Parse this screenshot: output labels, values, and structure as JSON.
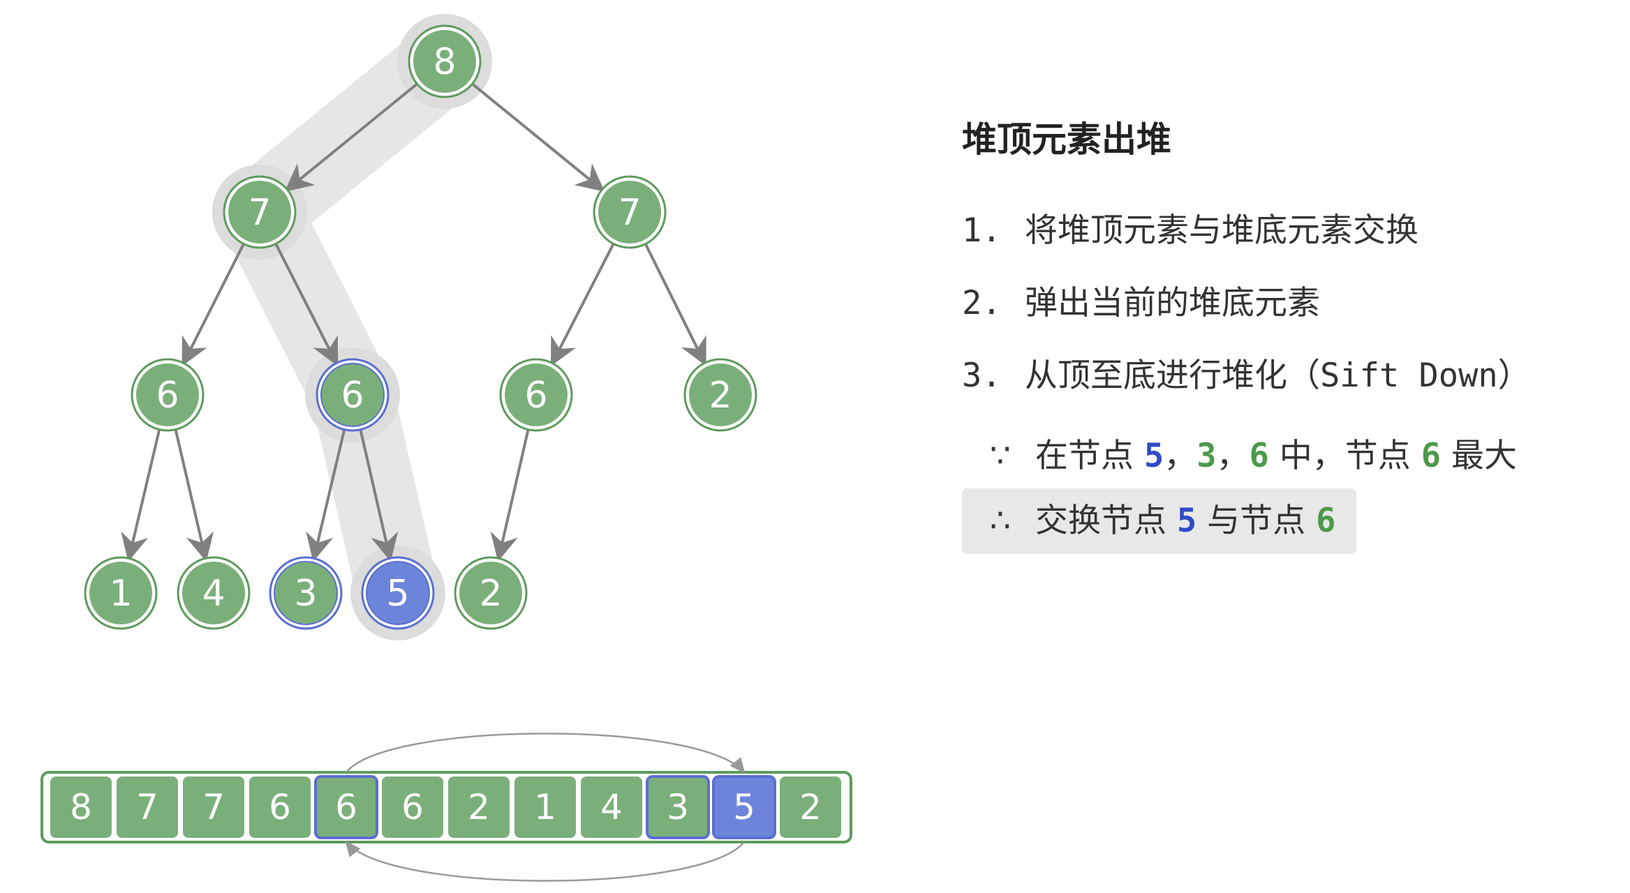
{
  "colors": {
    "node_green": "#7aaf7a",
    "node_green_stroke": "#5e9a5e",
    "node_blue": "#6c84d9",
    "highlight_stroke": "#5a6fd0",
    "edge": "#808080",
    "path_highlight": "#e6e6e6",
    "value_blue": "#2f4bc7",
    "value_green": "#4c9a4a"
  },
  "tree": {
    "nodes": [
      {
        "value": "8",
        "state": "normal"
      },
      {
        "value": "7",
        "state": "normal"
      },
      {
        "value": "7",
        "state": "normal"
      },
      {
        "value": "6",
        "state": "normal"
      },
      {
        "value": "6",
        "state": "compare"
      },
      {
        "value": "6",
        "state": "normal"
      },
      {
        "value": "2",
        "state": "normal"
      },
      {
        "value": "1",
        "state": "normal"
      },
      {
        "value": "4",
        "state": "normal"
      },
      {
        "value": "3",
        "state": "compare"
      },
      {
        "value": "5",
        "state": "current"
      },
      {
        "value": "2",
        "state": "normal"
      }
    ]
  },
  "array": {
    "cells": [
      {
        "value": "8",
        "state": "normal"
      },
      {
        "value": "7",
        "state": "normal"
      },
      {
        "value": "7",
        "state": "normal"
      },
      {
        "value": "6",
        "state": "normal"
      },
      {
        "value": "6",
        "state": "compare"
      },
      {
        "value": "6",
        "state": "normal"
      },
      {
        "value": "2",
        "state": "normal"
      },
      {
        "value": "1",
        "state": "normal"
      },
      {
        "value": "4",
        "state": "normal"
      },
      {
        "value": "3",
        "state": "compare"
      },
      {
        "value": "5",
        "state": "current"
      },
      {
        "value": "2",
        "state": "normal"
      }
    ]
  },
  "panel": {
    "title": "堆顶元素出堆",
    "steps": [
      {
        "num": "1.",
        "text": "将堆顶元素与堆底元素交换"
      },
      {
        "num": "2.",
        "text": "弹出当前的堆底元素"
      },
      {
        "num": "3.",
        "text": "从顶至底进行堆化",
        "extra": "（Sift Down）"
      }
    ],
    "because_symbol": "∵",
    "because_prefix": "在节点",
    "because_v1": "5",
    "because_sep1": "，",
    "because_v2": "3",
    "because_sep2": "，",
    "because_v3": "6",
    "because_mid": "中，节点",
    "because_v4": "6",
    "because_suffix": "最大",
    "therefore_symbol": "∴",
    "therefore_prefix": "交换节点",
    "therefore_v1": "5",
    "therefore_mid": "与节点",
    "therefore_v2": "6"
  }
}
